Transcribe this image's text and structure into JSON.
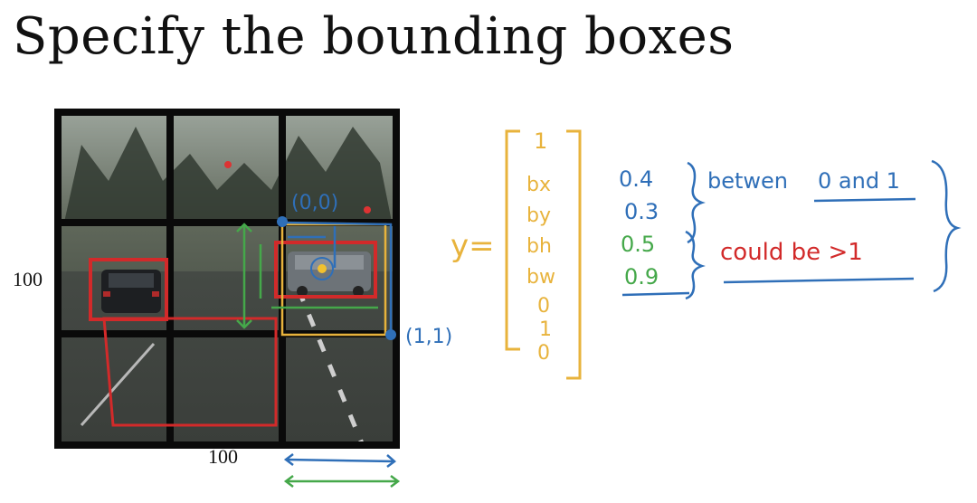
{
  "title": "Specify the bounding boxes",
  "image_panel": {
    "grid": "3x3",
    "width_label": "100",
    "height_label": "100"
  },
  "annotations": {
    "origin_label": "(0,0)",
    "corner_label": "(1,1)",
    "y_eq": "y=",
    "vector": [
      "1",
      "bx",
      "by",
      "bh",
      "bw",
      "0",
      "1",
      "0"
    ],
    "values": [
      "0.4",
      "0.3",
      "0.5",
      "0.9"
    ],
    "note_between": "betwen",
    "note_range": "0 and 1",
    "note_gt": "could be >1"
  },
  "colors": {
    "yellow": "#e8b33c",
    "blue": "#2f6fb8",
    "green": "#45a84a",
    "red": "#d22a2a"
  }
}
